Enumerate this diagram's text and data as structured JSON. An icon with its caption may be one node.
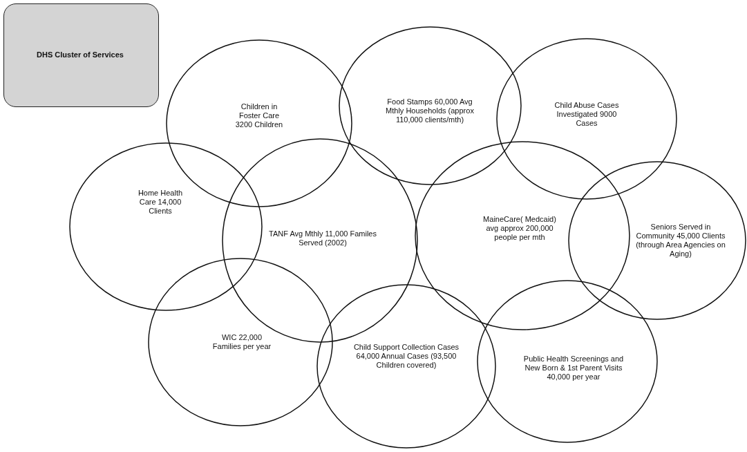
{
  "diagram": {
    "nodes": [
      {
        "text": [
          "DHS Cluster of Services"
        ]
      },
      {
        "text": [
          "Children in Foster Care 3200 Children"
        ]
      },
      {
        "text": [
          "Food Stamps 60,000 Avg Mthly Households (approx 110,000 clients/mth)"
        ]
      },
      {
        "text": [
          "Child Abuse Cases Investigated 9000 Cases"
        ]
      },
      {
        "text": [
          "Home Health Care 14,000 Clients"
        ]
      },
      {
        "text": [
          "TANF Avg Mthly 11,000 Familes Served (2002)"
        ]
      },
      {
        "text": [
          "MaineCare( Medcaid) avg approx 200,000 people per mth"
        ]
      },
      {
        "text": [
          "Seniors Served in Community 45,000 Clients (through Area Agencies on Aging)"
        ]
      },
      {
        "text": [
          "WIC 22,000 Families per year"
        ]
      },
      {
        "text": [
          "Child Support Collection Cases 64,000 Annual Cases (93,500 Children covered)"
        ]
      },
      {
        "text": [
          "Public Health Screenings and New Born & 1st Parent Visits 40,000 per year"
        ]
      }
    ]
  }
}
